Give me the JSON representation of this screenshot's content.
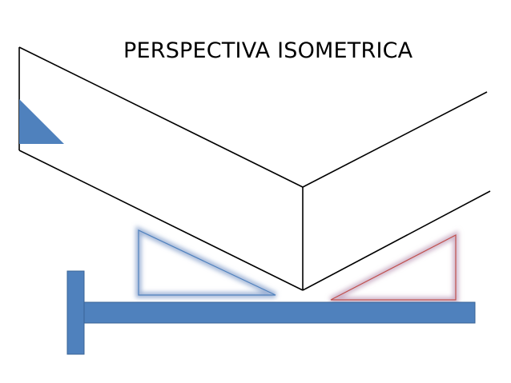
{
  "title": "PERSPECTIVA ISOMETRICA",
  "colors": {
    "line": "#000000",
    "tool_fill": "#4f81bd",
    "tool_stroke": "#3a6496",
    "set_square_left_outline": "#4f81bd",
    "set_square_right_outline": "#c0504d",
    "glow_left": "#9fb3d6",
    "glow_right": "#cdb3c9"
  },
  "shapes": {
    "t_square": "t-square (regla T)",
    "set_square_left": "30/60 set square",
    "set_square_right": "30/60 set square",
    "corner_triangle": "small filled triangle"
  }
}
